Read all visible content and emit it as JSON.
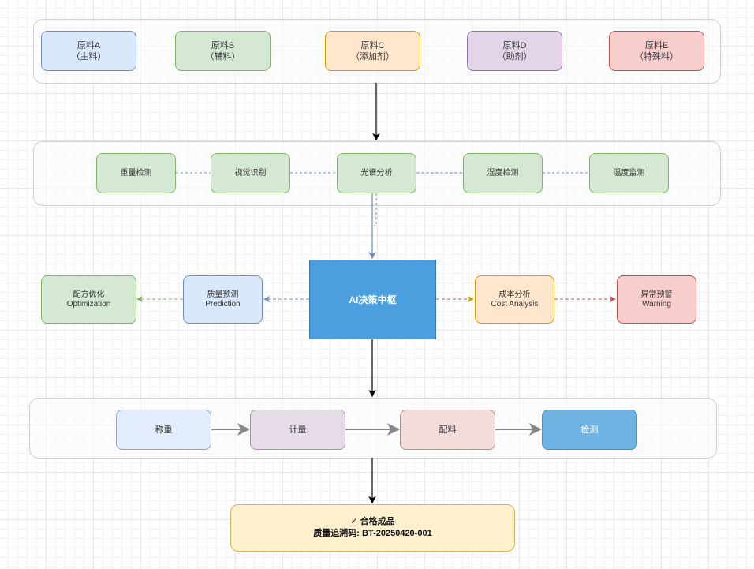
{
  "raw_materials": [
    {
      "name": "原料A",
      "sub": "（主料）",
      "fill": "#dae8fc",
      "stroke": "#6c8ebf"
    },
    {
      "name": "原料B",
      "sub": "（辅料）",
      "fill": "#d5e8d4",
      "stroke": "#82b366"
    },
    {
      "name": "原料C",
      "sub": "（添加剂）",
      "fill": "#ffe6cc",
      "stroke": "#d79b00"
    },
    {
      "name": "原料D",
      "sub": "（助剂）",
      "fill": "#e1d5e7",
      "stroke": "#9673a6"
    },
    {
      "name": "原料E",
      "sub": "（特殊料）",
      "fill": "#f8cecc",
      "stroke": "#b85450"
    }
  ],
  "sensors": [
    {
      "label": "重量检测"
    },
    {
      "label": "视觉识别"
    },
    {
      "label": "光谱分析"
    },
    {
      "label": "湿度检测"
    },
    {
      "label": "温度监测"
    }
  ],
  "ai_hub": {
    "label": "AI决策中枢",
    "fill": "#4c9fdf"
  },
  "outputs": {
    "optimization": {
      "cn": "配方优化",
      "en": "Optimization"
    },
    "prediction": {
      "cn": "质量预测",
      "en": "Prediction"
    },
    "cost": {
      "cn": "成本分析",
      "en": "Cost Analysis"
    },
    "warning": {
      "cn": "异常预警",
      "en": "Warning"
    }
  },
  "process_steps": [
    {
      "label": "称重",
      "fill": "#dae8fc",
      "stroke": "#6c8ebf"
    },
    {
      "label": "计量",
      "fill": "#e1d5e7",
      "stroke": "#9673a6"
    },
    {
      "label": "配料",
      "fill": "#f8cecc",
      "stroke": "#b85450"
    },
    {
      "label": "检测",
      "fill": "#6fb3e3",
      "stroke": "#3b77a8"
    }
  ],
  "result": {
    "line1": "✓ 合格成品",
    "line2": "质量追溯码: BT-20250420-001"
  }
}
